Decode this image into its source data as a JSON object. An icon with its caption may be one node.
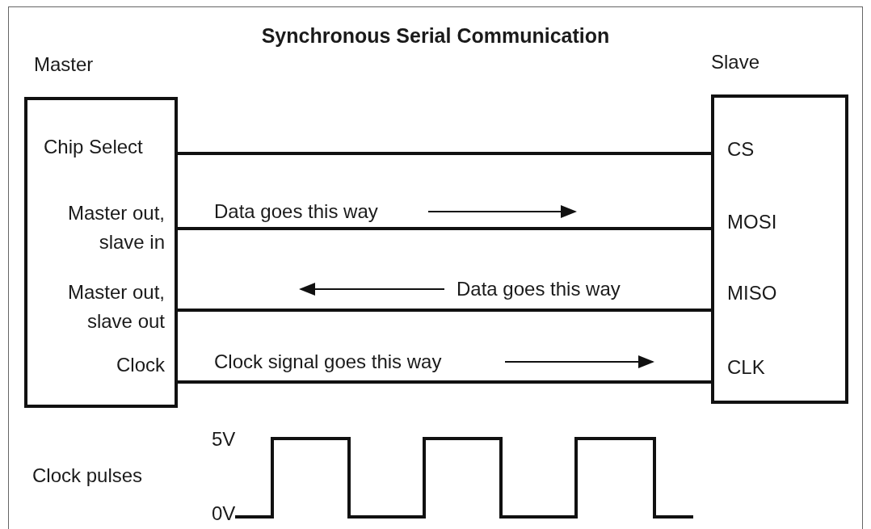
{
  "diagram": {
    "title": "Synchronous Serial Communication",
    "nodes": [
      {
        "text": [
          "Master",
          "Chip Select",
          "Master out, slave in",
          "Master out, slave out",
          "Clock"
        ]
      },
      {
        "text": [
          "Slave",
          "CS",
          "MOSI",
          "MISO",
          "CLK"
        ]
      }
    ],
    "edges": [
      {
        "from": 0,
        "to": 1,
        "arrow": "none"
      },
      {
        "from": 0,
        "to": 1,
        "arrow": "none",
        "label": "Data goes this way"
      },
      {
        "from": 0,
        "to": 1,
        "arrow": "none",
        "label": "Data goes this way"
      },
      {
        "from": 0,
        "to": 1,
        "arrow": "none",
        "label": "Clock signal goes this way"
      }
    ],
    "labels": [
      "5V",
      "Clock pulses",
      "0V"
    ]
  }
}
